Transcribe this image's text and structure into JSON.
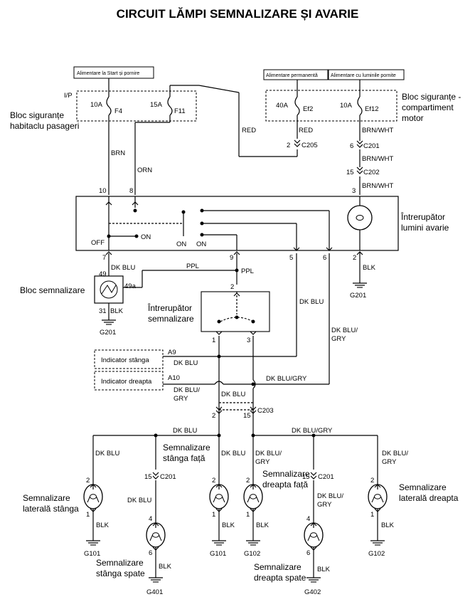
{
  "title": "CIRCUIT LĂMPI SEMNALIZARE ȘI AVARIE",
  "power_sources": [
    "Alimentare la Start și pornire",
    "Alimentare permanentă",
    "Alimentare cu luminile pornite"
  ],
  "fuse_box_cabin": {
    "prefix": "I/P",
    "label_lines": [
      "Bloc siguranțe",
      "habitaclu pasageri"
    ]
  },
  "fuse_box_engine": {
    "label_lines": [
      "Bloc siguranțe -",
      "compartiment",
      "motor"
    ]
  },
  "fuses": [
    {
      "rating": "10A",
      "name": "F4"
    },
    {
      "rating": "15A",
      "name": "F11"
    },
    {
      "rating": "40A",
      "name": "Ef2"
    },
    {
      "rating": "10A",
      "name": "Ef12"
    }
  ],
  "wire_colors": {
    "red": "RED",
    "brn": "BRN",
    "orn": "ORN",
    "brn_wht": "BRN/WHT",
    "dk_blu": "DK BLU",
    "ppl": "PPL",
    "blk": "BLK",
    "dk_blu_gry": "DK BLU/GRY",
    "dk_blu_slash": "DK BLU/",
    "gry": "GRY"
  },
  "connectors": {
    "c205": "C205",
    "c201": "C201",
    "c202": "C202",
    "c203": "C203"
  },
  "pins": {
    "p1": "1",
    "p2": "2",
    "p3": "3",
    "p4": "4",
    "p5": "5",
    "p6": "6",
    "p7": "7",
    "p8": "8",
    "p9": "9",
    "p10": "10",
    "p15": "15",
    "p31": "31",
    "p49": "49",
    "p49a": "49a"
  },
  "switch_states": {
    "off": "OFF",
    "on": "ON"
  },
  "hazard_switch": {
    "label_lines": [
      "Întrerupător",
      "lumini avarie"
    ]
  },
  "flasher": {
    "label": "Bloc semnalizare"
  },
  "turn_switch": {
    "label_lines": [
      "Întrerupător",
      "semnalizare"
    ]
  },
  "indicators": {
    "left": "Indicator stânga",
    "left_pin": "A9",
    "right": "Indicator dreapta",
    "right_pin": "A10"
  },
  "grounds": {
    "g201": "G201",
    "g101": "G101",
    "g102": "G102",
    "g401": "G401",
    "g402": "G402"
  },
  "lamps": {
    "side_left": [
      "Semnalizare",
      "laterală stânga"
    ],
    "front_left": [
      "Semnalizare",
      "stânga față"
    ],
    "rear_left": [
      "Semnalizare",
      "stânga spate"
    ],
    "front_right": [
      "Semnalizare",
      "dreapta față"
    ],
    "side_right": [
      "Semnalizare",
      "laterală dreapta"
    ],
    "rear_right": [
      "Semnalizare",
      "dreapta spate"
    ]
  }
}
